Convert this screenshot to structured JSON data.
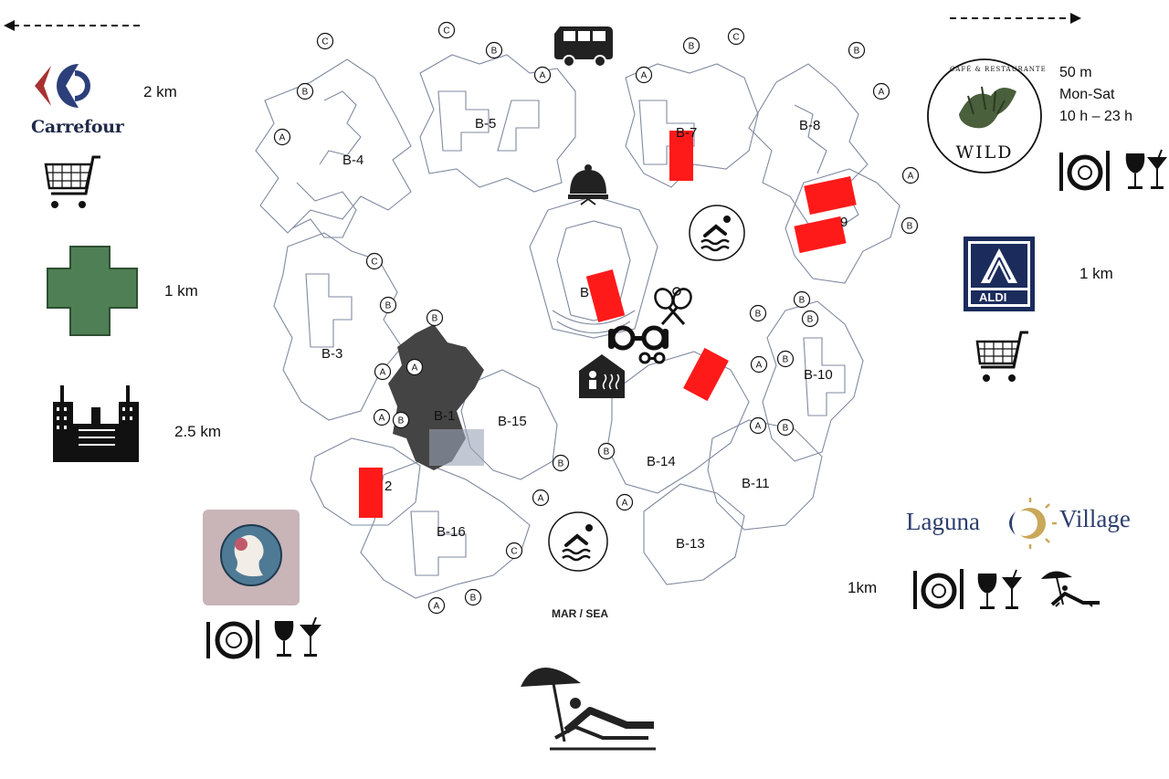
{
  "top_left_arrow": "left",
  "top_right_arrow": "right",
  "left_pois": [
    {
      "name": "Carrefour",
      "icon": "carrefour-logo-icon",
      "distance": "2 km"
    },
    {
      "icon": "shopping-cart-icon"
    },
    {
      "icon": "pharmacy-cross-icon",
      "distance": "1 km",
      "color": "#4f7f55"
    },
    {
      "icon": "city-hotel-building-icon",
      "distance": "2.5 km"
    }
  ],
  "left_restaurant": {
    "icons": [
      "cameo-portrait-logo-icon",
      "plate-cutlery-icon",
      "wine-glass-icon",
      "cocktail-glass-icon"
    ],
    "badge_color": "#c9b4b8"
  },
  "wild_restaurant": {
    "logo_top_text": "CAFÉ & RESTAURANTE",
    "logo_name": "WILD",
    "distance": "50 m",
    "days": "Mon-Sat",
    "hours": "10 h – 23 h",
    "icons": [
      "plate-cutlery-icon",
      "wine-glass-icon",
      "cocktail-glass-icon"
    ]
  },
  "aldi": {
    "name": "ALDI",
    "distance": "1 km",
    "icons": [
      "aldi-logo-icon",
      "shopping-cart-icon"
    ],
    "color": "#1b2c5c"
  },
  "laguna_village": {
    "name_left": "Laguna",
    "name_right": "Village",
    "distance": "1km",
    "icons": [
      "sun-moon-logo-icon",
      "plate-cutlery-icon",
      "wine-glass-icon",
      "cocktail-glass-icon",
      "beach-lounger-icon"
    ]
  },
  "central_icons": [
    "bus-icon",
    "restaurant-cloche-icon",
    "swimming-pool-icon",
    "tennis-icon",
    "gym-dumbbell-icon",
    "sauna-icon",
    "swimming-pool-icon"
  ],
  "buildings": [
    {
      "label": "B-4"
    },
    {
      "label": "B-5"
    },
    {
      "label": "B-7"
    },
    {
      "label": "B-8"
    },
    {
      "label": "9"
    },
    {
      "label": "B"
    },
    {
      "label": "B-3"
    },
    {
      "label": "B-1"
    },
    {
      "label": "B-15"
    },
    {
      "label": "B-10"
    },
    {
      "label": "B-14"
    },
    {
      "label": "B-11"
    },
    {
      "label": "2"
    },
    {
      "label": "B-16"
    },
    {
      "label": "B-13"
    }
  ],
  "entrance_letters": [
    "A",
    "B",
    "C"
  ],
  "highlight_color": "#ff1a1a",
  "sea_label": "MAR / SEA",
  "beach_icon": "beach-lounger-icon"
}
